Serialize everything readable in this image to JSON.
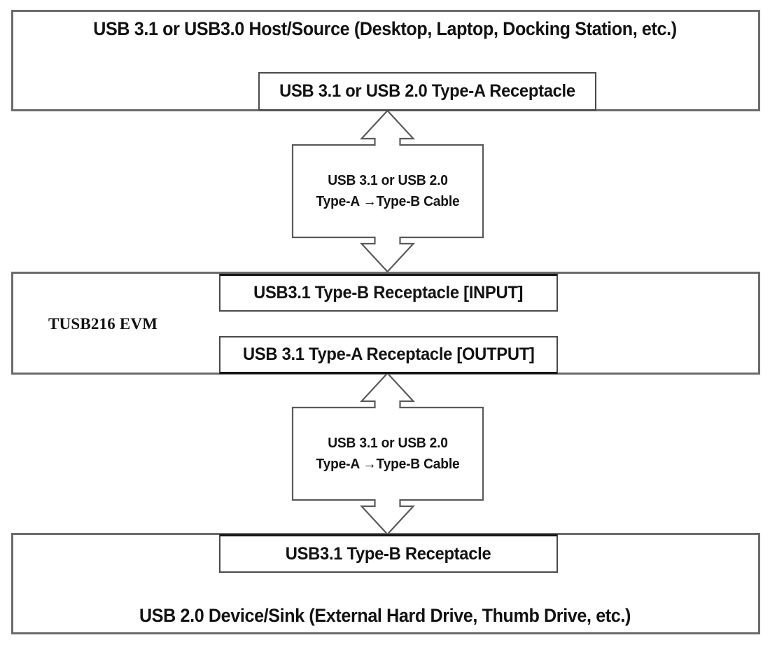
{
  "diagram": {
    "title": "USB 3.1 / TUSB216 EVM connection block diagram",
    "stroke_color": "#6b6b6b",
    "box_stroke_color": "#4a4a4a",
    "text_color": "#121212",
    "background": "#ffffff"
  },
  "host": {
    "title": "USB 3.1 or USB3.0 Host/Source (Desktop, Laptop, Docking Station, etc.)",
    "receptacle": "USB 3.1 or USB 2.0 Type-A Receptacle"
  },
  "cable_top": {
    "line1": "USB 3.1 or USB 2.0",
    "line2": "Type-A →Type-B Cable"
  },
  "evm": {
    "label": "TUSB216 EVM",
    "input_receptacle": "USB3.1 Type-B Receptacle [INPUT]",
    "output_receptacle": "USB 3.1 Type-A Receptacle [OUTPUT]"
  },
  "cable_bottom": {
    "line1": "USB 3.1 or USB 2.0",
    "line2": "Type-A →Type-B Cable"
  },
  "device": {
    "receptacle": "USB3.1 Type-B Receptacle",
    "title": "USB 2.0 Device/Sink (External Hard Drive, Thumb Drive, etc.)"
  }
}
